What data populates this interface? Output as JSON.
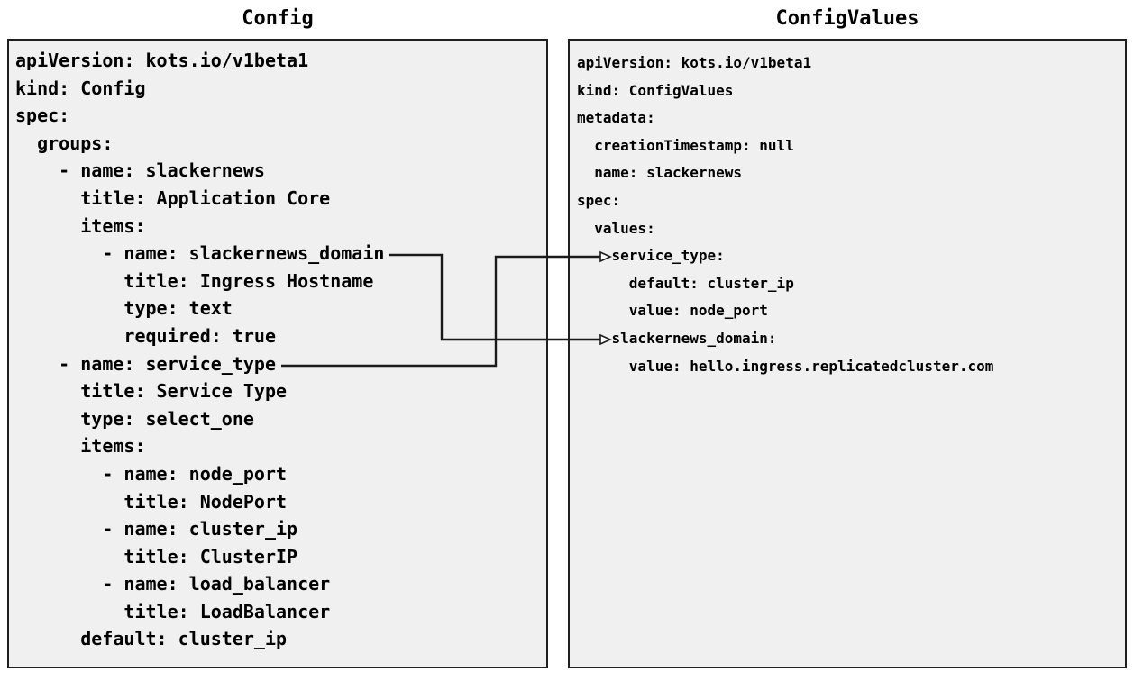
{
  "diagram": {
    "left_panel": {
      "title": "Config",
      "yaml_lines": [
        "apiVersion: kots.io/v1beta1",
        "kind: Config",
        "spec:",
        "  groups:",
        "    - name: slackernews",
        "      title: Application Core",
        "      items:",
        "        - name: slackernews_domain",
        "          title: Ingress Hostname",
        "          type: text",
        "          required: true",
        "    - name: service_type",
        "      title: Service Type",
        "      type: select_one",
        "      items:",
        "        - name: node_port",
        "          title: NodePort",
        "        - name: cluster_ip",
        "          title: ClusterIP",
        "        - name: load_balancer",
        "          title: LoadBalancer",
        "      default: cluster_ip"
      ]
    },
    "right_panel": {
      "title": "ConfigValues",
      "yaml_lines": [
        "apiVersion: kots.io/v1beta1",
        "kind: ConfigValues",
        "metadata:",
        "  creationTimestamp: null",
        "  name: slackernews",
        "spec:",
        "  values:",
        "    service_type:",
        "      default: cluster_ip",
        "      value: node_port",
        "    slackernews_domain:",
        "      value: hello.ingress.replicatedcluster.com"
      ]
    },
    "mappings": [
      {
        "from": "Config item slackernews_domain",
        "to": "ConfigValues slackernews_domain"
      },
      {
        "from": "Config item service_type",
        "to": "ConfigValues service_type"
      }
    ],
    "colors": {
      "page_background": "#ffffff",
      "panel_background": "#f0f0f0",
      "panel_border": "#1f1f1f",
      "text": "#000000",
      "arrow": "#1a1a1a"
    }
  }
}
